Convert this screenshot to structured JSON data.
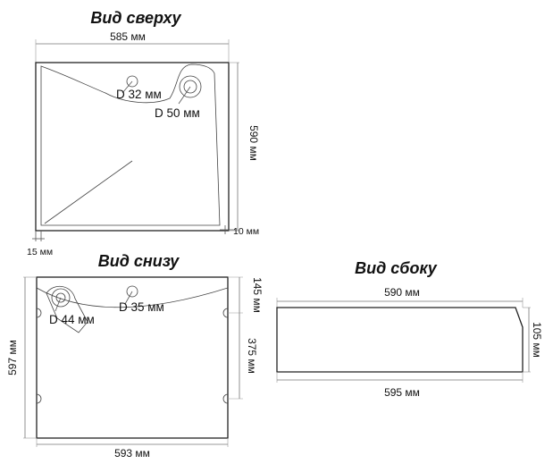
{
  "views": {
    "top": {
      "title": "Вид сверху",
      "width_label": "585 мм",
      "height_label": "590 мм",
      "hole_small_label": "D 32 мм",
      "hole_large_label": "D 50 мм",
      "rim_right_label": "10 мм",
      "rim_left_label": "15 мм"
    },
    "bottom": {
      "title": "Вид снизу",
      "width_label": "593 мм",
      "height_label": "597 мм",
      "top_offset_label": "145 мм",
      "mount_span_label": "375 мм",
      "hole_small_label": "D 35 мм",
      "hole_large_label": "D 44 мм"
    },
    "side": {
      "title": "Вид сбоку",
      "top_width_label": "590 мм",
      "bottom_width_label": "595 мм",
      "thickness_label": "105 мм"
    }
  },
  "colors": {
    "line": "#222222",
    "dimension_line": "#777777",
    "text": "#111111",
    "background": "#ffffff"
  }
}
